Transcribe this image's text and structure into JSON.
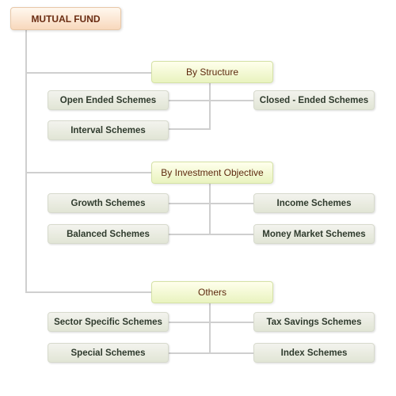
{
  "diagram": {
    "root": {
      "label": "MUTUAL FUND"
    },
    "categories": [
      {
        "label": "By Structure",
        "items": [
          "Open Ended Schemes",
          "Closed - Ended Schemes",
          "Interval Schemes"
        ]
      },
      {
        "label": "By Investment Objective",
        "items": [
          "Growth Schemes",
          "Income Schemes",
          "Balanced Schemes",
          "Money Market Schemes"
        ]
      },
      {
        "label": "Others",
        "items": [
          "Sector Specific Schemes",
          "Tax Savings Schemes",
          "Special Schemes",
          "Index Schemes"
        ]
      }
    ]
  }
}
